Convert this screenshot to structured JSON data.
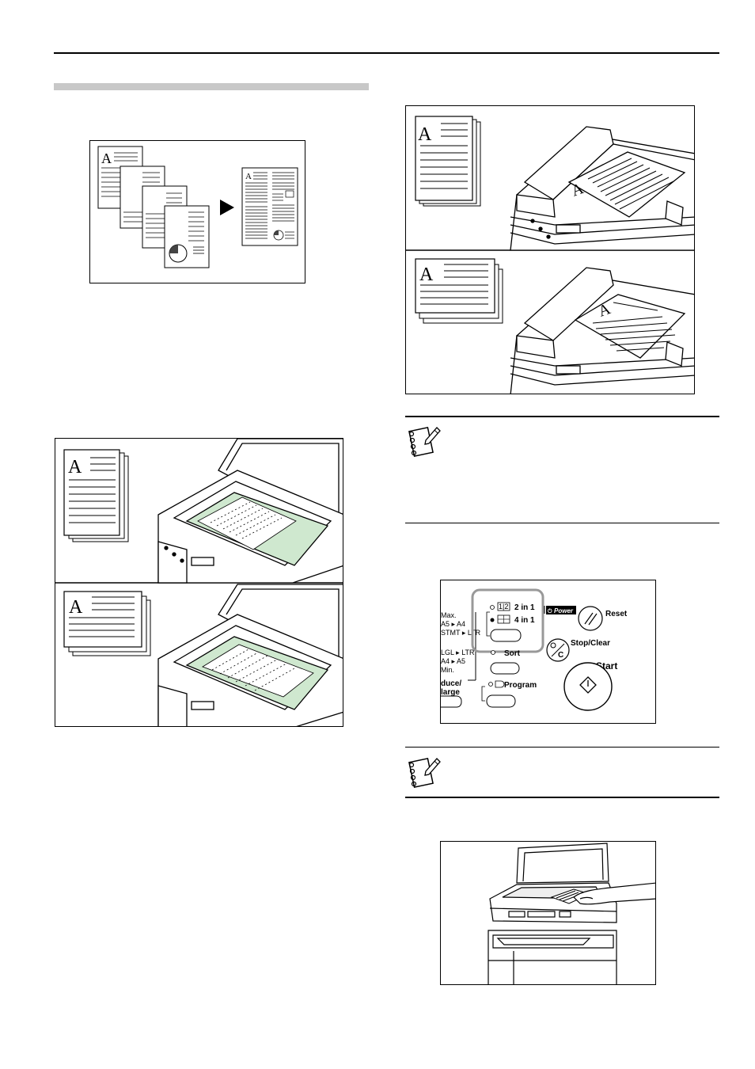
{
  "page": {
    "section_bar_color": "#c8c8c8",
    "glass_color": "#cfe8cf"
  },
  "figure_combine": {
    "page_letter": "A",
    "arrow_icon": "right-triangle-arrow"
  },
  "figure_feeder": {
    "top_letter": "A",
    "bottom_letter": "A",
    "sheet_letter_top": "A",
    "sheet_letter_bottom": "A"
  },
  "figure_platen": {
    "top_letter": "A",
    "bottom_letter": "A"
  },
  "note_icons": [
    "notepad-pencil-icon",
    "notepad-pencil-icon"
  ],
  "control_panel": {
    "size_labels": [
      "Max.",
      "A5 ▸ A4",
      "STMT ▸ LTR",
      "LGL ▸ LTR",
      "A4 ▸ A5",
      "Min."
    ],
    "reduce_label_1": "duce/",
    "reduce_label_2": "large",
    "combine_2in1_icon": "1|2",
    "combine_2in1": "2 in 1",
    "combine_4in1": "4 in 1",
    "sort_label": "Sort",
    "program_label": "Program",
    "power_label": "Power",
    "reset_label": "Reset",
    "stop_clear_label": "Stop/Clear",
    "start_label": "Start",
    "stop_clear_symbol": "C"
  }
}
